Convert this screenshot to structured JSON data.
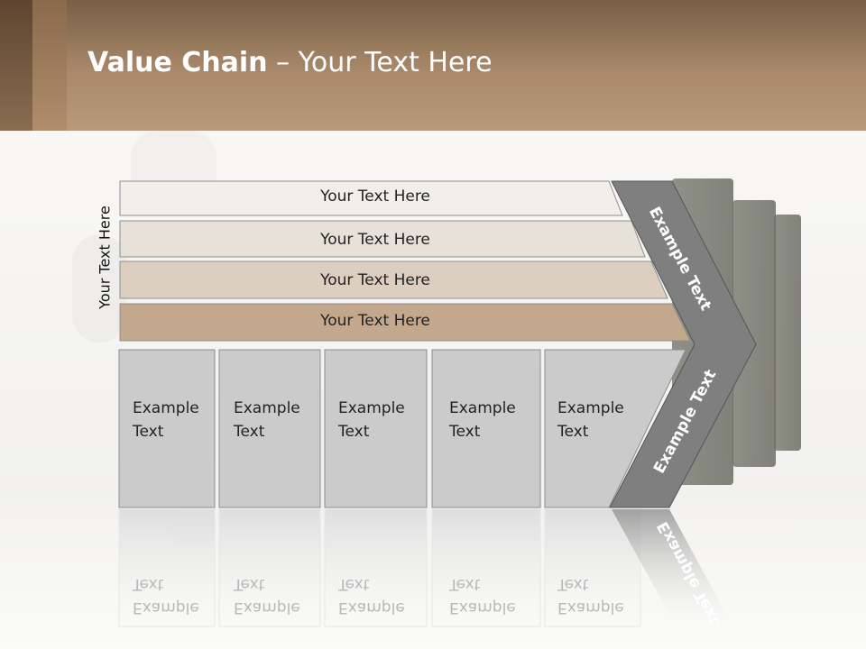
{
  "slide": {
    "title_bold": "Value Chain",
    "title_rest": " – Your Text Here",
    "vertical_label": "Your Text Here"
  },
  "bars": [
    {
      "label": "Your Text Here",
      "color": "#f2efeb"
    },
    {
      "label": "Your Text Here",
      "color": "#e8e1d9"
    },
    {
      "label": "Your Text Here",
      "color": "#ddcfc0"
    },
    {
      "label": "Your Text Here",
      "color": "#c4a88e"
    }
  ],
  "boxes": [
    {
      "label": "Example\nText"
    },
    {
      "label": "Example\nText"
    },
    {
      "label": "Example\nText"
    },
    {
      "label": "Example\nText"
    },
    {
      "label": "Example\nText"
    }
  ],
  "chevron": {
    "upper_label": "Example Text",
    "lower_label": "Example Text",
    "color": "#7f7f7f"
  }
}
